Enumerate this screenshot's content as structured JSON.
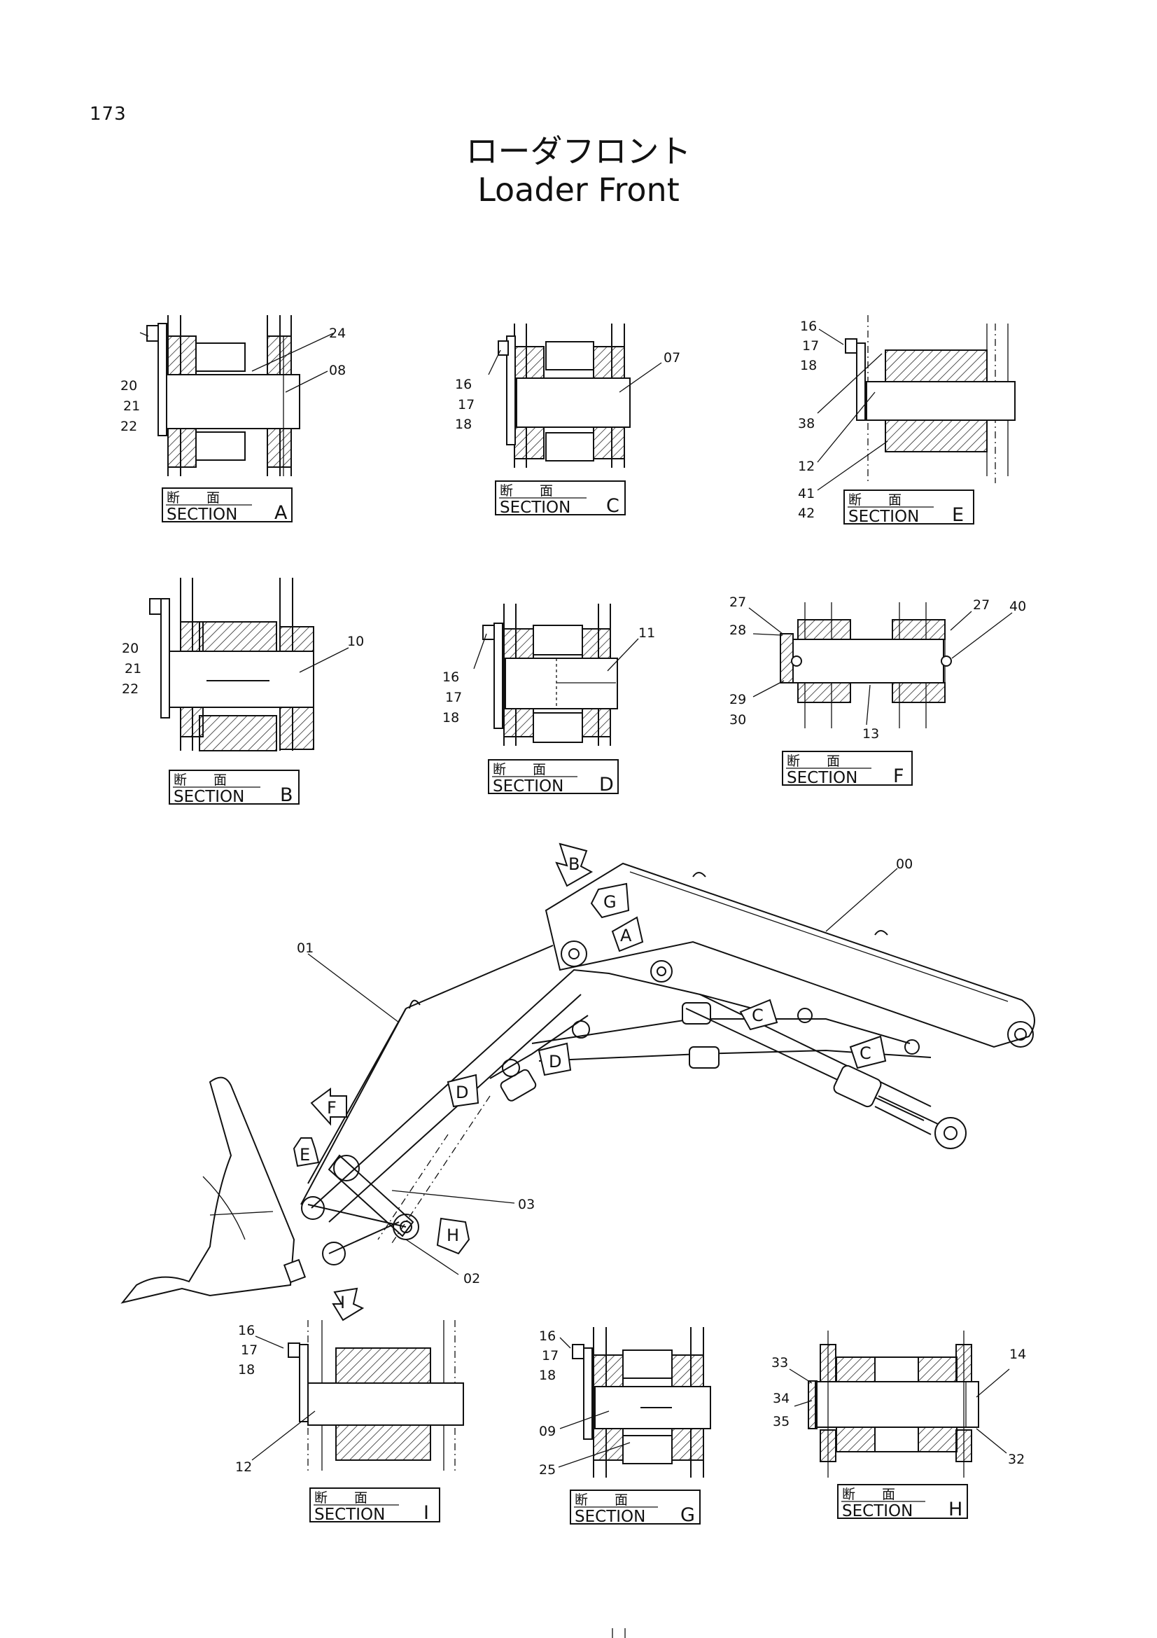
{
  "page_number": "173",
  "title_jp": "ローダフロント",
  "title_en": "Loader Front",
  "sections": {
    "A": {
      "jp": "断　　面",
      "word": "SECTION",
      "letter": "A",
      "parts": [
        "24",
        "08",
        "20",
        "21",
        "22"
      ]
    },
    "C": {
      "jp": "断　　面",
      "word": "SECTION",
      "letter": "C",
      "parts": [
        "07",
        "16",
        "17",
        "18"
      ]
    },
    "E": {
      "jp": "断　　面",
      "word": "SECTION",
      "letter": "E",
      "parts": [
        "16",
        "17",
        "18",
        "38",
        "12",
        "41",
        "42"
      ]
    },
    "B": {
      "jp": "断　　面",
      "word": "SECTION",
      "letter": "B",
      "parts": [
        "10",
        "20",
        "21",
        "22"
      ]
    },
    "D": {
      "jp": "断　　面",
      "word": "SECTION",
      "letter": "D",
      "parts": [
        "11",
        "16",
        "17",
        "18"
      ]
    },
    "F": {
      "jp": "断　　面",
      "word": "SECTION",
      "letter": "F",
      "parts": [
        "27",
        "28",
        "27",
        "40",
        "29",
        "30",
        "13"
      ]
    },
    "I": {
      "jp": "断　　面",
      "word": "SECTION",
      "letter": "I",
      "parts": [
        "16",
        "17",
        "18",
        "12"
      ]
    },
    "G": {
      "jp": "断　　面",
      "word": "SECTION",
      "letter": "G",
      "parts": [
        "16",
        "17",
        "18",
        "09",
        "25"
      ]
    },
    "H": {
      "jp": "断　　面",
      "word": "SECTION",
      "letter": "H",
      "parts": [
        "33",
        "34",
        "35",
        "14",
        "32"
      ]
    }
  },
  "main_view": {
    "part_labels": [
      "00",
      "01",
      "02",
      "03"
    ],
    "section_markers": [
      "B",
      "G",
      "A",
      "C",
      "C",
      "D",
      "D",
      "F",
      "E",
      "H",
      "I"
    ]
  }
}
